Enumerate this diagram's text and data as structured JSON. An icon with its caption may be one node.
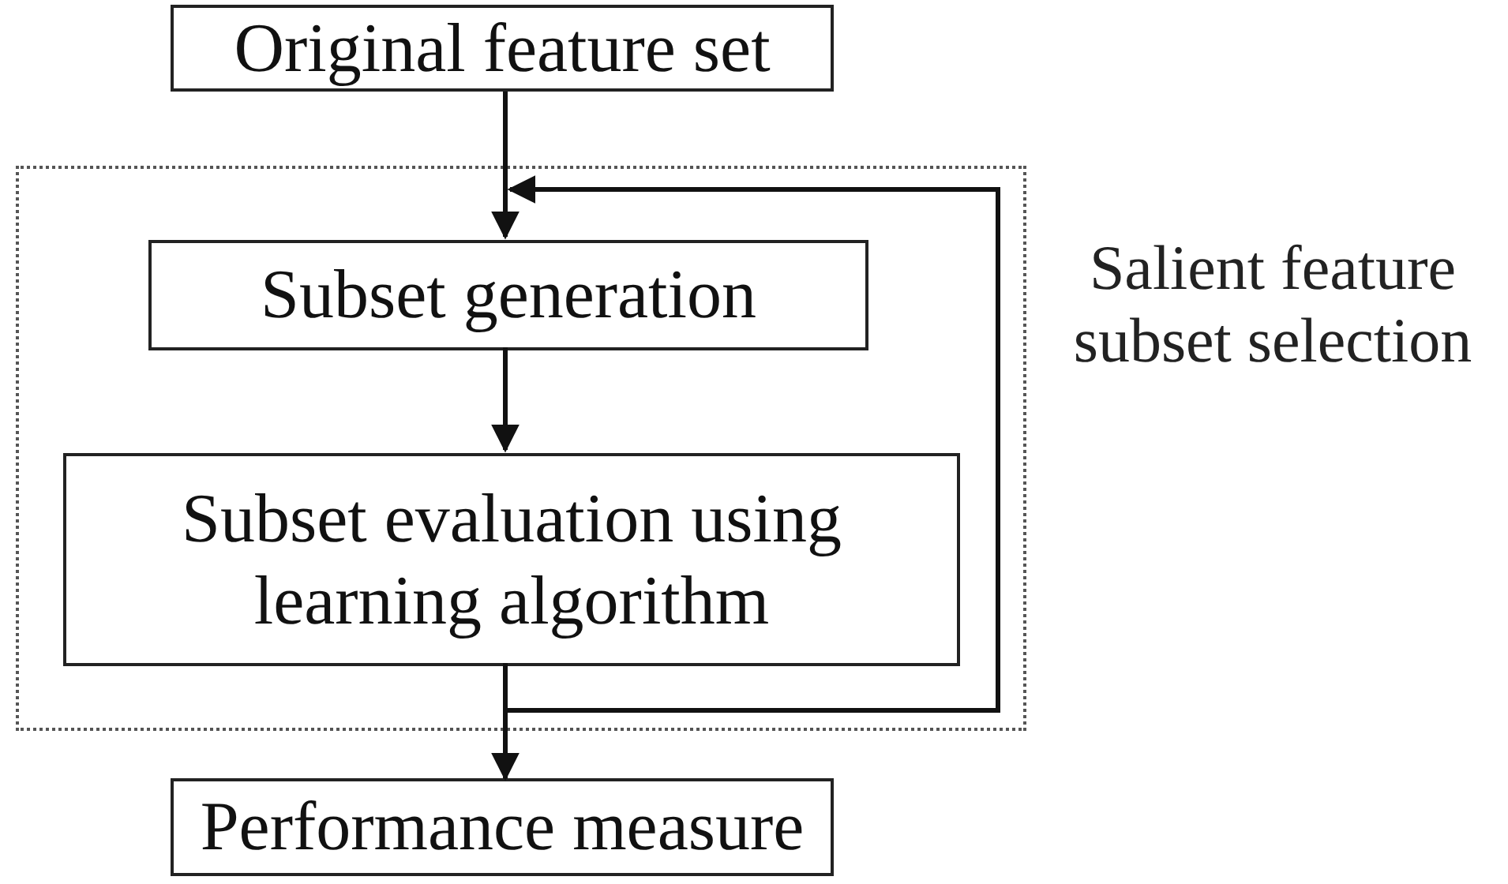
{
  "diagram": {
    "nodes": [
      {
        "text": [
          "Original feature set"
        ]
      },
      {
        "text": [
          "Salient feature subset selection"
        ]
      },
      {
        "text": [
          "Subset generation"
        ],
        "in": 1
      },
      {
        "text": [
          "Subset evaluation using learning algorithm"
        ],
        "in": 1
      },
      {
        "text": [
          "Performance measure"
        ]
      }
    ],
    "edges": [
      {
        "from": 0,
        "to": 2,
        "arrow": "to"
      },
      {
        "from": 2,
        "to": 3,
        "arrow": "to"
      },
      {
        "from": 3,
        "to": 4,
        "arrow": "to"
      },
      {
        "from": 3,
        "to": 2,
        "arrow": "to"
      }
    ]
  }
}
